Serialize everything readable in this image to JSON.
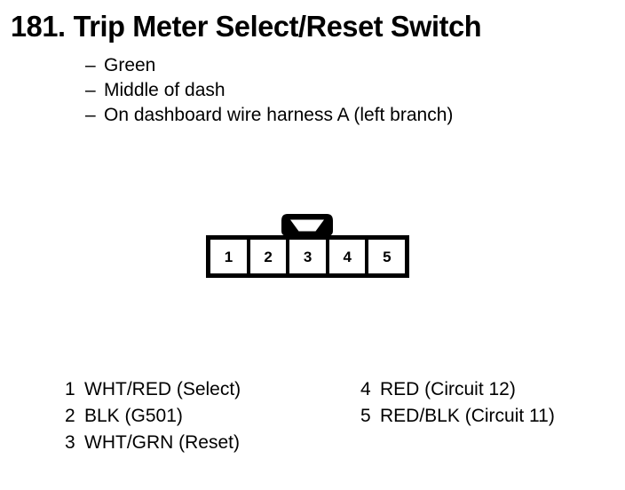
{
  "page": {
    "background_color": "#ffffff",
    "ink_color": "#000000"
  },
  "header": {
    "item_number": "181.",
    "title": "Trip Meter Select/Reset Switch",
    "full_title": "181. Trip Meter Select/Reset Switch"
  },
  "attributes": {
    "dash": "–",
    "items": [
      {
        "dash": "–",
        "text": "Green"
      },
      {
        "dash": "–",
        "text": "Middle of dash"
      },
      {
        "dash": "–",
        "text": "On dashboard wire harness A (left branch)"
      }
    ]
  },
  "connector": {
    "cavity_count": 5,
    "pins": [
      {
        "number": "1"
      },
      {
        "number": "2"
      },
      {
        "number": "3"
      },
      {
        "number": "4"
      },
      {
        "number": "5"
      }
    ]
  },
  "legend": {
    "left_column": [
      {
        "pin": "1",
        "description": "WHT/RED (Select)"
      },
      {
        "pin": "2",
        "description": "BLK (G501)"
      },
      {
        "pin": "3",
        "description": "WHT/GRN (Reset)"
      }
    ],
    "right_column": [
      {
        "pin": "4",
        "description": "RED (Circuit 12)"
      },
      {
        "pin": "5",
        "description": "RED/BLK (Circuit 11)"
      }
    ]
  }
}
